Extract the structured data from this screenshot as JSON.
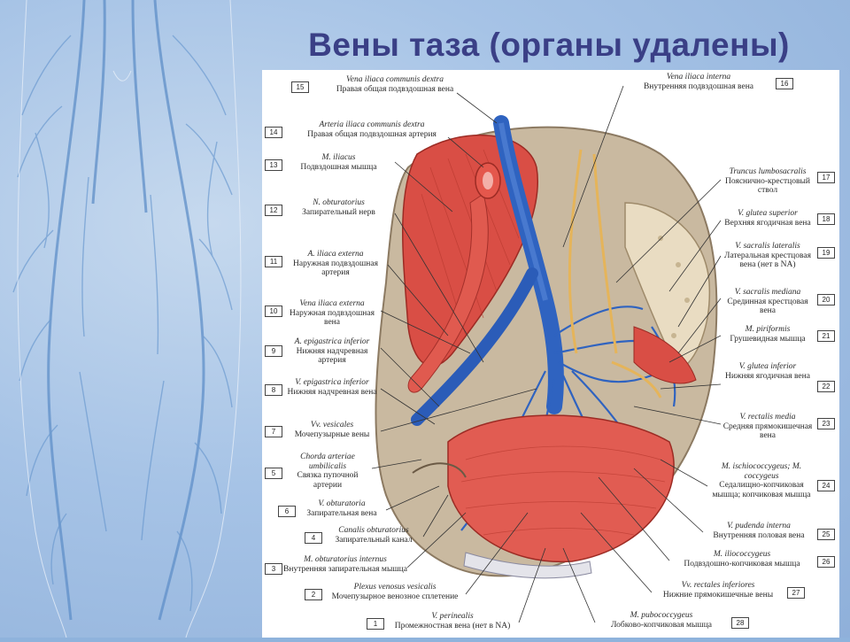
{
  "title": "Вены таза (органы удалены)",
  "left_labels": [
    {
      "num": "15",
      "latin": "Vena iliaca communis dextra",
      "russian": "Правая общая подвздошная вена"
    },
    {
      "num": "14",
      "latin": "Arteria iliaca communis dextra",
      "russian": "Правая общая подвздошная артерия"
    },
    {
      "num": "13",
      "latin": "M. iliacus",
      "russian": "Подвздошная мышца"
    },
    {
      "num": "12",
      "latin": "N. obturatorius",
      "russian": "Запирательный нерв"
    },
    {
      "num": "11",
      "latin": "A. iliaca externa",
      "russian": "Наружная подвздошная артерия"
    },
    {
      "num": "10",
      "latin": "Vena iliaca externa",
      "russian": "Наружная подвздошная вена"
    },
    {
      "num": "9",
      "latin": "A. epigastrica inferior",
      "russian": "Нижняя надчревная артерия"
    },
    {
      "num": "8",
      "latin": "V. epigastrica inferior",
      "russian": "Нижняя надчревная вена"
    },
    {
      "num": "7",
      "latin": "Vv. vesicales",
      "russian": "Мочепузырные вены"
    },
    {
      "num": "5",
      "latin": "Chorda arteriae umbilicalis",
      "russian": "Связка пупочной артерии"
    },
    {
      "num": "6",
      "latin": "V. obturatoria",
      "russian": "Запирательная вена"
    },
    {
      "num": "4",
      "latin": "Canalis obturatorius",
      "russian": "Запирательный канал"
    },
    {
      "num": "3",
      "latin": "M. obturatorius internus",
      "russian": "Внутренняя запирательная мышца"
    },
    {
      "num": "2",
      "latin": "Plexus venosus vesicalis",
      "russian": "Мочепузырное венозное сплетение"
    },
    {
      "num": "1",
      "latin": "V. perinealis",
      "russian": "Промежностная вена (нет в NA)"
    }
  ],
  "right_labels": [
    {
      "num": "16",
      "latin": "Vena iliaca interna",
      "russian": "Внутренняя подвздошная вена"
    },
    {
      "num": "17",
      "latin": "Truncus lumbosacralis",
      "russian": "Пояснично-крестцовый ствол"
    },
    {
      "num": "18",
      "latin": "V. glutea superior",
      "russian": "Верхняя ягодичная вена"
    },
    {
      "num": "19",
      "latin": "V. sacralis lateralis",
      "russian": "Латеральная крестцовая вена (нет в NA)"
    },
    {
      "num": "20",
      "latin": "V. sacralis mediana",
      "russian": "Срединная крестцовая вена"
    },
    {
      "num": "21",
      "latin": "M. piriformis",
      "russian": "Грушевидная мышца"
    },
    {
      "num": "22",
      "latin": "V. glutea inferior",
      "russian": "Нижняя ягодичная вена"
    },
    {
      "num": "23",
      "latin": "V. rectalis media",
      "russian": "Средняя прямокишечная вена"
    },
    {
      "num": "24",
      "latin": "M. ischiococcygeus; M. coccygeus",
      "russian": "Седалищно-копчиковая мышца; копчиковая мышца"
    },
    {
      "num": "25",
      "latin": "V. pudenda interna",
      "russian": "Внутренняя половая вена"
    },
    {
      "num": "26",
      "latin": "M. iliococcygeus",
      "russian": "Подвздошно-копчиковая мышца"
    },
    {
      "num": "27",
      "latin": "Vv. rectales inferiores",
      "russian": "Нижние прямокишечные вены"
    },
    {
      "num": "28",
      "latin": "M. pubococcygeus",
      "russian": "Лобково-копчиковая мышца"
    }
  ]
}
